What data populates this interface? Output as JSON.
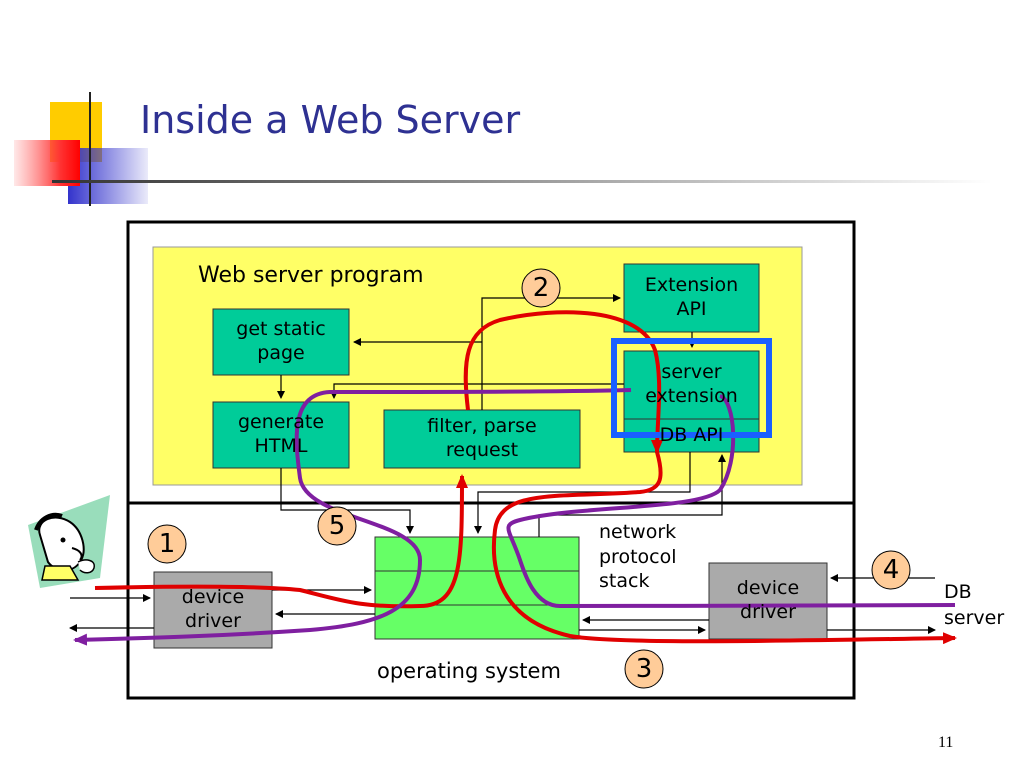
{
  "slide": {
    "title": "Inside a Web Server",
    "page_number": "11"
  },
  "diagram": {
    "web_server_program_label": "Web server program",
    "boxes": {
      "get_static_page": "get static\npage",
      "generate_html": "generate\nHTML",
      "filter_parse_request": "filter, parse\nrequest",
      "extension_api": "Extension\nAPI",
      "server_extension": "server\nextension",
      "db_api": "DB API",
      "device_driver_left": "device\ndriver",
      "device_driver_right": "device\ndriver"
    },
    "labels": {
      "network_protocol_stack": "network\nprotocol\nstack",
      "operating_system": "operating system",
      "db_server": "DB\nserver"
    },
    "steps": [
      "1",
      "2",
      "3",
      "4",
      "5"
    ],
    "colors": {
      "title": "#2e3192",
      "program_area": "#ffff66",
      "component_box": "#00cc99",
      "protocol_stack": "#66ff66",
      "device_driver": "#aaaaaa",
      "step_circle": "#ffcc99",
      "request_path": "#e00000",
      "response_path": "#7f1fa0",
      "highlight": "#1a5fff"
    }
  }
}
